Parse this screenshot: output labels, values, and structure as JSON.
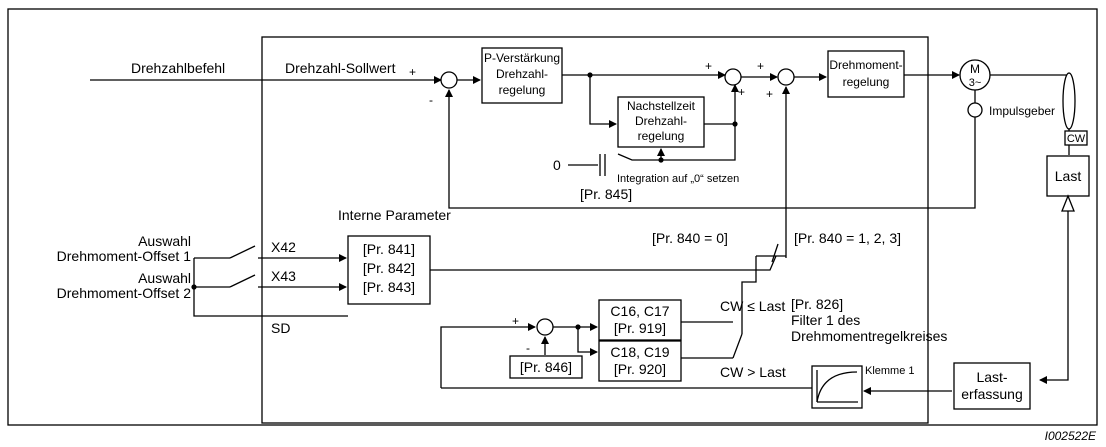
{
  "title": "",
  "labels": {
    "drehzahlbefehl": "Drehzahlbefehl",
    "drehzahl_sollwert": "Drehzahl-Sollwert",
    "p_verstaerkung": [
      "P-Verstärkung",
      "Drehzahl-",
      "regelung"
    ],
    "nachstellzeit": [
      "Nachstellzeit",
      "Drehzahl-",
      "regelung"
    ],
    "drehmomentregelung": [
      "Drehmoment-",
      "regelung"
    ],
    "motor": [
      "M",
      "3~"
    ],
    "impulsgeber": "Impulsgeber",
    "cw": "CW",
    "last": "Last",
    "zero": "0",
    "integration": "Integration auf „0“ setzen",
    "pr845": "[Pr. 845]",
    "interne_parameter": "Interne Parameter",
    "auswahl1": [
      "Auswahl",
      "Drehmoment-Offset 1"
    ],
    "auswahl2": [
      "Auswahl",
      "Drehmoment-Offset 2"
    ],
    "terminals": [
      "X42",
      "X43",
      "SD"
    ],
    "pr84x": [
      "[Pr. 841]",
      "[Pr. 842]",
      "[Pr. 843]"
    ],
    "pr840_0": "[Pr. 840 = 0]",
    "pr840_123": "[Pr. 840 = 1, 2, 3]",
    "c16": [
      "C16, C17",
      "[Pr. 919]"
    ],
    "c18": [
      "C18, C19",
      "[Pr. 920]"
    ],
    "pr846": "[Pr. 846]",
    "cw_le": "CW ≤ Last",
    "cw_gt": "CW > Last",
    "filter": [
      "[Pr. 826]",
      "Filter 1 des",
      "Drehmomentregelkreises"
    ],
    "klemme": "Klemme 1",
    "lasterfassung": [
      "Last-",
      "erfassung"
    ],
    "figure_id": "I002522E"
  },
  "colors": {
    "line": "#000000",
    "background": "#ffffff"
  }
}
